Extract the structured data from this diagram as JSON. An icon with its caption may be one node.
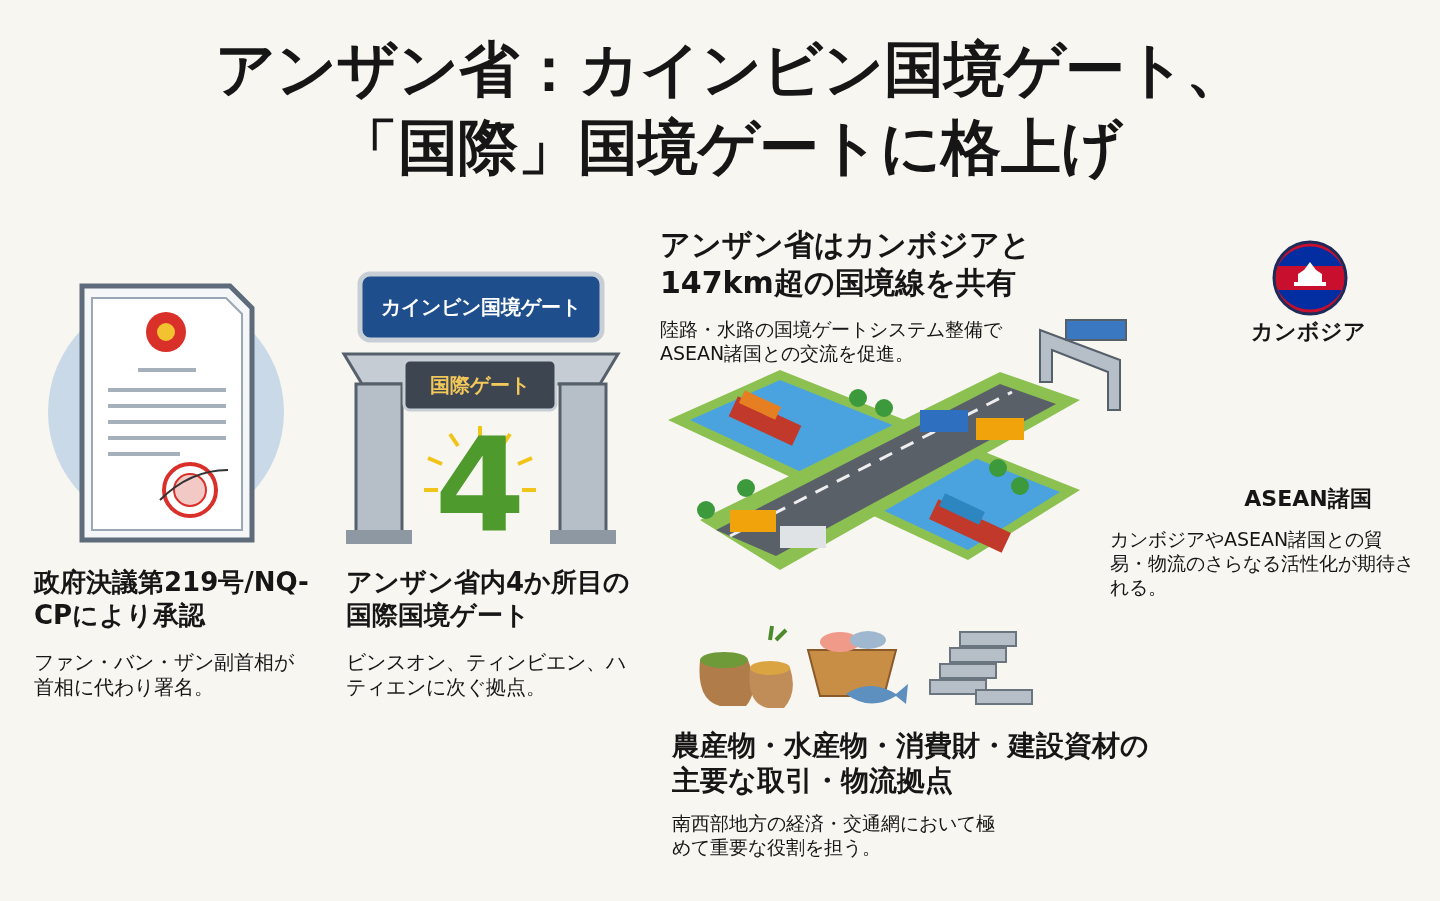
{
  "diagram": {
    "title": "アンザン省：カインビン国境ゲート、**「国際」**国境ゲートに格上げ",
    "labels": [
      "カインビン国境ゲート",
      "国際ゲート",
      "4",
      "アンザン省はカンボジアと147km超の国境線を共有",
      "陸路・水路の国境ゲートシステム整備でASEAN諸国との交流を促進。",
      "カンボジア",
      "ASEAN諸国",
      "政府決議第219号/NQ-CPにより承認",
      "ファン・バン・ザン副首相が首相に代わり署名。",
      "アンザン省内4か所目の国際国境ゲート",
      "ビンスオン、ティンビエン、ハティエンに次ぐ拠点。",
      "カンボジアやASEAN諸国との貿易・物流のさらなる活性化が期待される。",
      "農産物・水産物・消費財・建設資材の主要な取引・物流拠点",
      "南西部地方の経済・交通網において極めて重要な役割を担う。"
    ]
  }
}
